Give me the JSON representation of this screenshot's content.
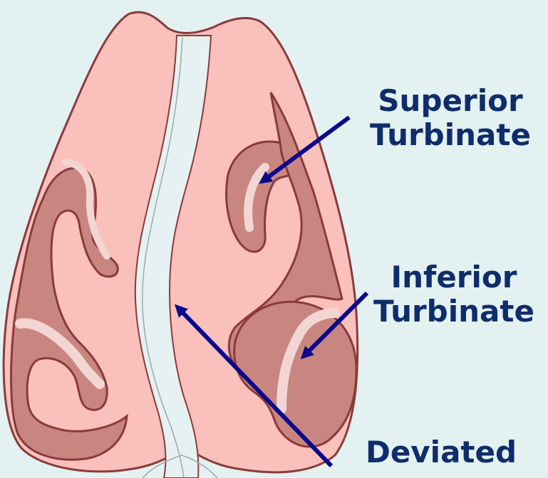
{
  "labels": {
    "superior_line1": "Superior",
    "superior_line2": "Turbinate",
    "inferior_line1": "Inferior",
    "inferior_line2": "Turbinate",
    "deviated": "Deviated"
  },
  "colors": {
    "background": "#e3f1f1",
    "tissue_light": "#f9c0bc",
    "tissue_dark": "#c98680",
    "outline": "#8a3a3a",
    "septum": "#e6f2f2",
    "arrow": "#0a0a8c",
    "label_text": "#0f2c6b"
  }
}
